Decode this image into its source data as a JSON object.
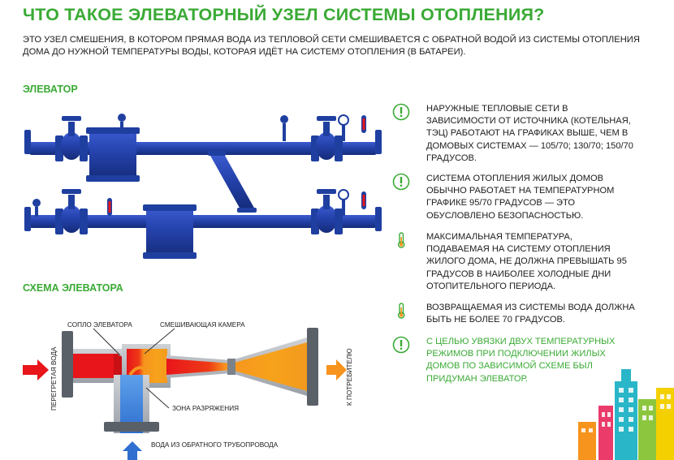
{
  "title": "ЧТО ТАКОЕ ЭЛЕВАТОРНЫЙ УЗЕЛ СИСТЕМЫ ОТОПЛЕНИЯ?",
  "intro": "ЭТО УЗЕЛ СМЕШЕНИЯ, В КОТОРОМ ПРЯМАЯ ВОДА ИЗ ТЕПЛОВОЙ СЕТИ СМЕШИВАЕТСЯ С ОБРАТНОЙ ВОДОЙ ИЗ СИСТЕМЫ ОТОПЛЕНИЯ ДОМА ДО НУЖНОЙ ТЕМПЕРАТУРЫ ВОДЫ, КОТОРАЯ ИДЁТ НА СИСТЕМУ ОТОПЛЕНИЯ (В БАТАРЕИ).",
  "sections": {
    "elevator": "ЭЛЕВАТОР",
    "scheme": "СХЕМА ЭЛЕВАТОРА"
  },
  "scheme_labels": {
    "nozzle": "СОПЛО ЭЛЕВАТОРА",
    "mixing_chamber": "СМЕШИВАЮЩАЯ КАМЕРА",
    "vacuum_zone": "ЗОНА РАЗРЯЖЕНИЯ",
    "return_water": "ВОДА ИЗ ОБРАТНОГО ТРУБОПРОВОДА",
    "superheated_water": "ПЕРЕГРЕТАЯ ВОДА",
    "to_consumer": "К ПОТРЕБИТЕЛЮ"
  },
  "notes": [
    {
      "text": "НАРУЖНЫЕ ТЕПЛОВЫЕ СЕТИ В ЗАВИСИМОСТИ ОТ ИСТОЧНИКА (КОТЕЛЬНАЯ, ТЭЦ) РАБОТАЮТ НА ГРАФИКАХ ВЫШЕ, ЧЕМ В ДОМОВЫХ СИСТЕМАХ — 105/70; 130/70; 150/70 ГРАДУСОВ.",
      "icon": "exclamation-icon"
    },
    {
      "text": "СИСТЕМА ОТОПЛЕНИЯ ЖИЛЫХ ДОМОВ ОБЫЧНО РАБОТАЕТ НА ТЕМПЕРАТУРНОМ ГРАФИКЕ 95/70 ГРАДУСОВ — ЭТО ОБУСЛОВЛЕНО БЕЗОПАСНОСТЬЮ.",
      "icon": "exclamation-icon"
    },
    {
      "text": "МАКСИМАЛЬНАЯ ТЕМПЕРАТУРА, ПОДАВАЕМАЯ НА СИСТЕМУ ОТОПЛЕНИЯ ЖИЛОГО ДОМА, НЕ ДОЛЖНА ПРЕВЫШАТЬ 95 ГРАДУСОВ В НАИБОЛЕЕ ХОЛОДНЫЕ ДНИ ОТОПИТЕЛЬНОГО ПЕРИОДА.",
      "icon": "thermometer-icon"
    },
    {
      "text": "ВОЗВРАЩАЕМАЯ ИЗ СИСТЕМЫ ВОДА ДОЛЖНА БЫТЬ НЕ БОЛЕЕ 70 ГРАДУСОВ.",
      "icon": "thermometer-icon"
    },
    {
      "text": "С ЦЕЛЬЮ УВЯЗКИ ДВУХ ТЕМПЕРАТУРНЫХ РЕЖИМОВ ПРИ ПОДКЛЮЧЕНИИ ЖИЛЫХ ДОМОВ ПО ЗАВИСИМОЙ СХЕМЕ БЫЛ ПРИДУМАН ЭЛЕВАТОР.",
      "icon": "exclamation-icon"
    }
  ],
  "colors": {
    "accent_green": "#3aaa35",
    "pipe_blue": "#1f3fa0",
    "hot_red": "#e8151b",
    "warm_orange": "#f7941d",
    "return_blue": "#2f6fd0"
  }
}
